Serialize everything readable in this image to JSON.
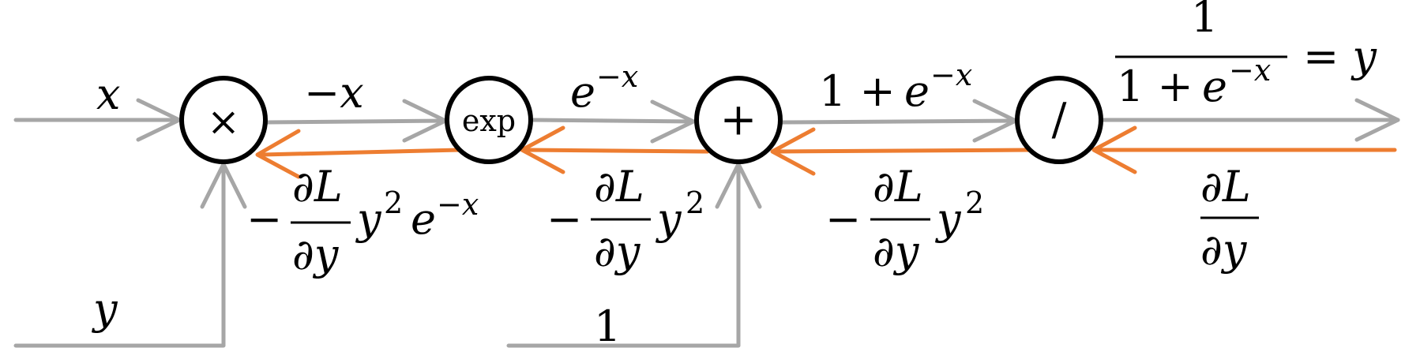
{
  "nodes": {
    "multiply": "×",
    "exp": "exp",
    "add": "+",
    "divide": "/"
  },
  "forward": {
    "x": "x",
    "y": "y",
    "neg_x": "−x",
    "exp_base": "e",
    "exp_power": "−x",
    "one_plus": "1 + ",
    "e": "e",
    "neg_x_sup": "−x",
    "one": "1",
    "output_numerator": "1",
    "output_denominator_left": "1 + ",
    "output_denominator_e": "e",
    "output_denominator_sup": "−x",
    "equals_y": "= y"
  },
  "backward": {
    "minus": "−",
    "dL": "∂L",
    "dy": "∂y",
    "y": "y",
    "sq": "2",
    "e": "e",
    "neg_x": "−x"
  },
  "colors": {
    "forward_arrow": "#a6a6a6",
    "backward_arrow": "#ed7d31",
    "node_stroke": "#000000"
  }
}
